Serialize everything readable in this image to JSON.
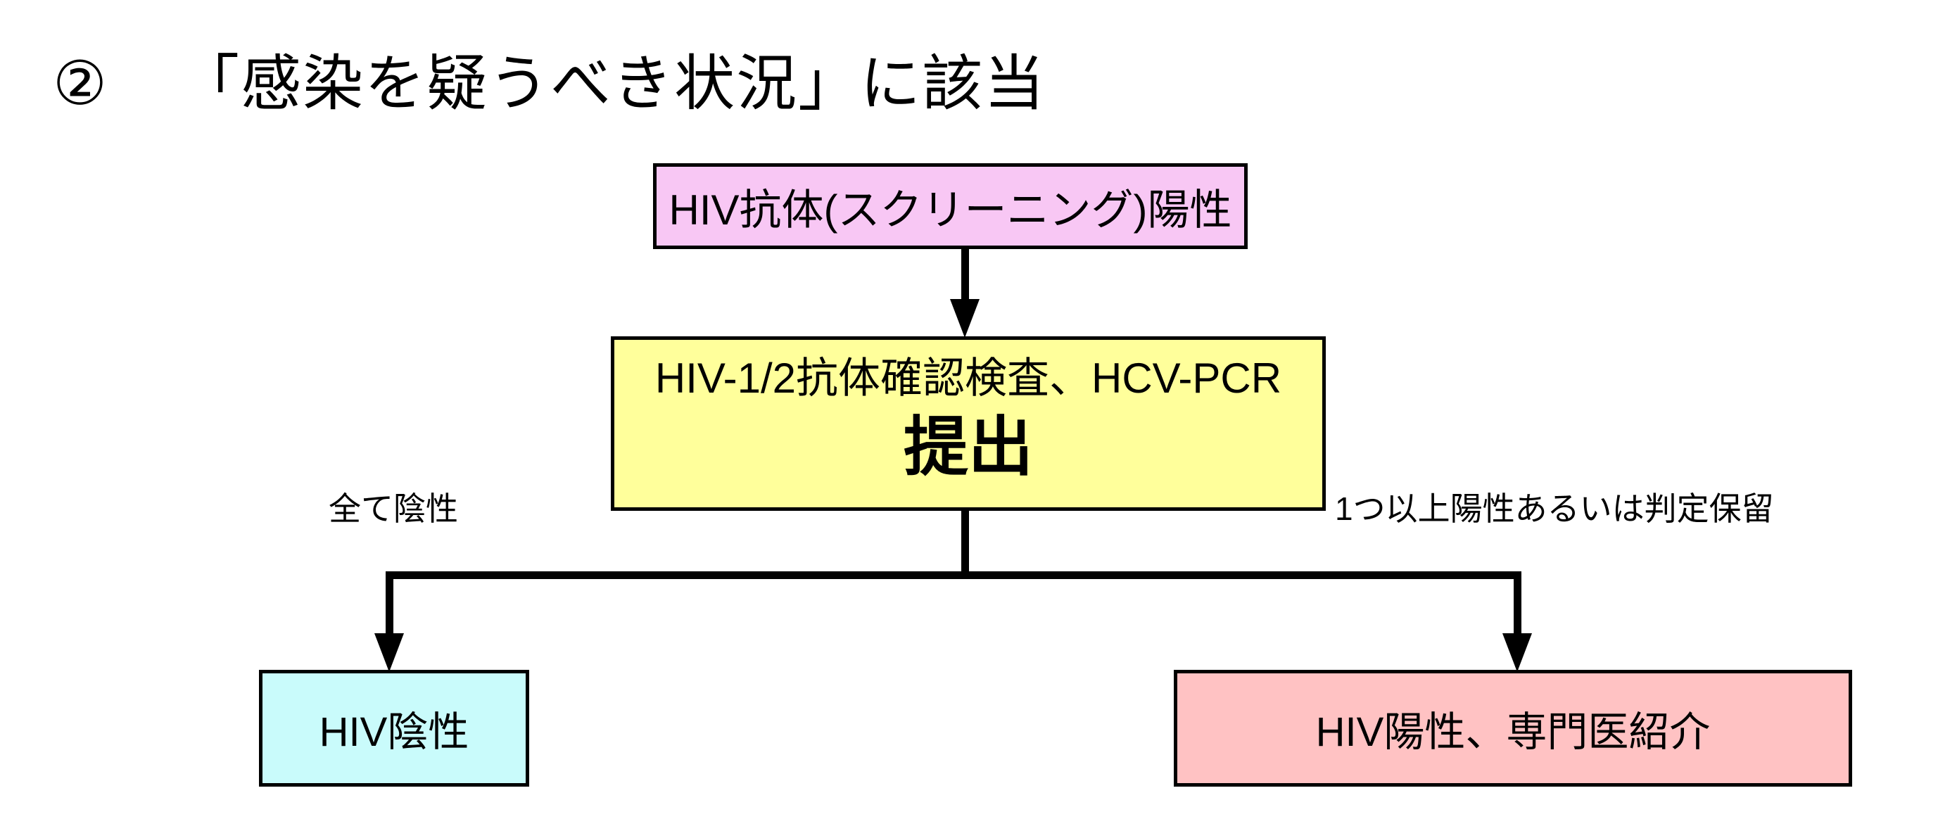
{
  "title": {
    "number": "②",
    "text": "「感染を疑うべき状況」に該当"
  },
  "colors": {
    "screening_fill": "#f8c7f4",
    "confirm_fill": "#ffff9b",
    "negative_fill": "#c9fbfb",
    "positive_fill": "#ffc2c3",
    "line": "#000000"
  },
  "boxes": {
    "screening": {
      "label": "HIV抗体(スクリーニング)陽性"
    },
    "confirm": {
      "line1": "HIV-1/2抗体確認検査、HCV-PCR",
      "line2": "提出"
    },
    "negative": {
      "label": "HIV陰性"
    },
    "positive": {
      "label": "HIV陽性、専門医紹介"
    }
  },
  "branch_labels": {
    "left": "全て陰性",
    "right": "1つ以上陽性あるいは判定保留"
  }
}
